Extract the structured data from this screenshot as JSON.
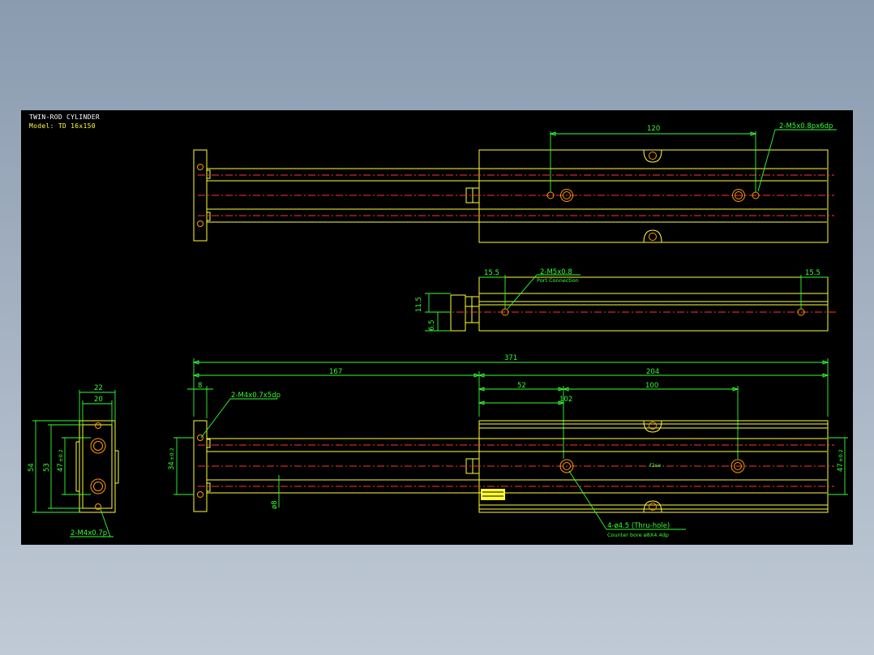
{
  "title_block": {
    "title": "TWIN-ROD CYLINDER",
    "model": "Model:  TD 16x150"
  },
  "colors": {
    "background": "#000000",
    "outline": "#ffff33",
    "dimension": "#33ff33",
    "centerline": "#ff3333",
    "hole": "#ff9900"
  },
  "top_view": {
    "dim_120": "120",
    "note_m5": "2-M5x0.8px6dp"
  },
  "side_view": {
    "dim_left": "15.5",
    "dim_right": "15.5",
    "note_port": "2-M5x0.8",
    "note_port_sub": "Port Connection",
    "dim_11_5": "11.5",
    "dim_6_5": "6.5"
  },
  "front_view": {
    "dim_371": "371",
    "dim_167": "167",
    "dim_204": "204",
    "dim_8": "8",
    "dim_52": "52",
    "dim_100": "100",
    "dim_102": "102",
    "note_m4": "2-M4x0.7x5dp",
    "dim_34": "34",
    "dim_34_tol": "±0.2",
    "dim_47": "47",
    "dim_47_tol": "±0.2",
    "dim_phi8": "ø8",
    "note_holes": "4-ø4.5 (Thru-hole)",
    "note_counterbore": "Counter bore ø8X4.4dp",
    "plate_text": "ℓ2se"
  },
  "end_view": {
    "dim_22": "22",
    "dim_20": "20",
    "dim_54": "54",
    "dim_53": "53",
    "dim_47": "47",
    "dim_47_tol": "±0.2",
    "note_m4": "2-M4x0.7p"
  }
}
